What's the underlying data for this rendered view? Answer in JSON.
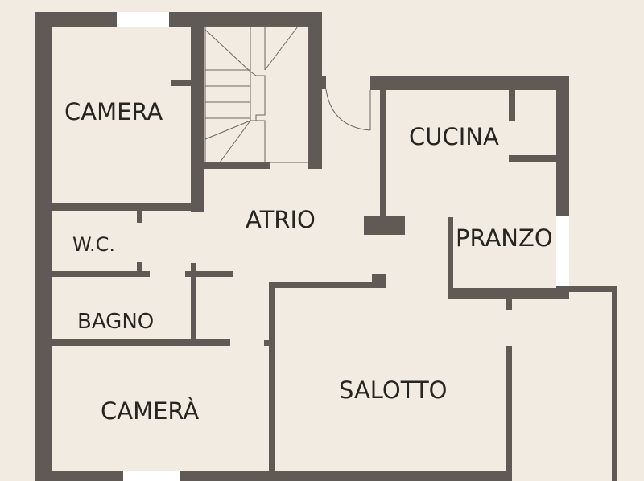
{
  "plan": {
    "rooms": {
      "camera_top": "CAMERA",
      "atrio": "ATRIO",
      "cucina": "CUCINA",
      "pranzo": "PRANZO",
      "wc": "W.C.",
      "bagno": "BAGNO",
      "salotto": "SALOTTO",
      "camera_bottom": "CAMERÀ"
    },
    "colors": {
      "background": "#f1ebe1",
      "wall": "#5f5a56",
      "window": "#ffffff",
      "text": "#262522"
    }
  }
}
